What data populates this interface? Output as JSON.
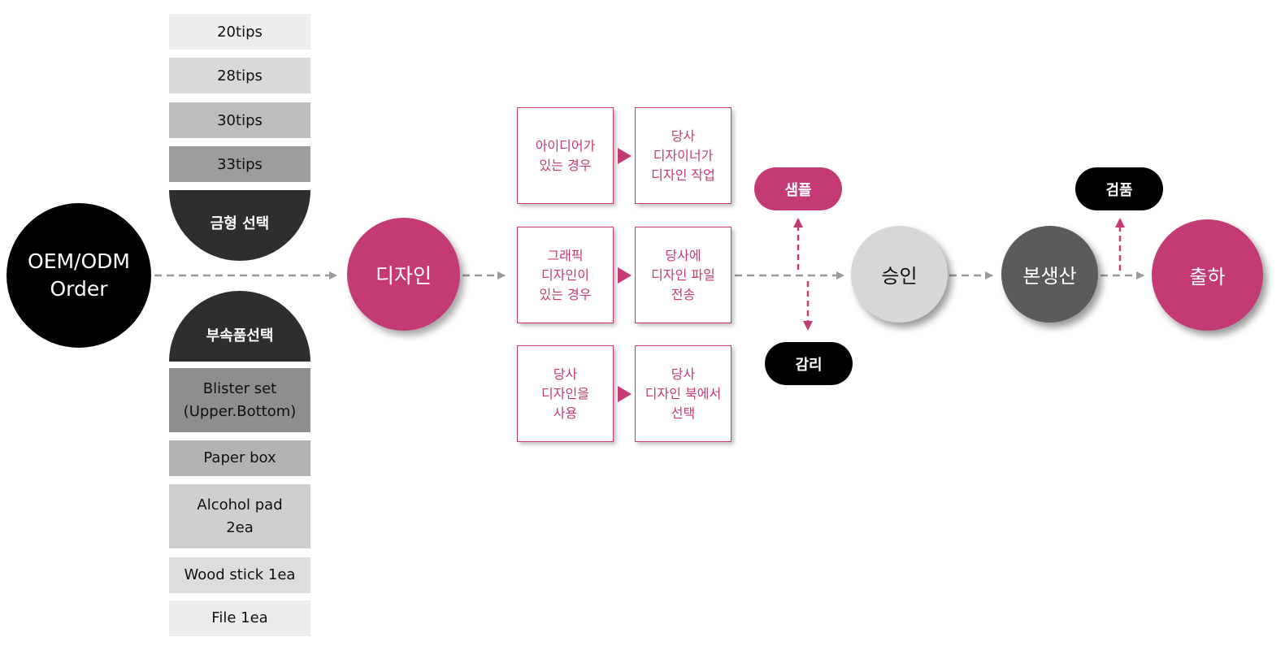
{
  "origin": {
    "label": "OEM/ODM\nOrder"
  },
  "tips": [
    "20tips",
    "28tips",
    "30tips",
    "33tips"
  ],
  "mold_select": "금형 선택",
  "parts_select": "부속품선택",
  "parts": [
    "Blister set\n(Upper.Bottom)",
    "Paper box",
    "Alcohol pad\n2ea",
    "Wood stick 1ea",
    "File  1ea"
  ],
  "design": "디자인",
  "options": [
    {
      "case": "아이디어가\n있는 경우",
      "result": "당사\n디자이너가\n디자인 작업"
    },
    {
      "case": "그래픽\n디자인이\n있는 경우",
      "result": "당사에\n디자인 파일\n전송"
    },
    {
      "case": "당사\n디자인을\n사용",
      "result": "당사\n디자인 북에서\n선택"
    }
  ],
  "sample": "샘플",
  "supervision": "감리",
  "approval": "승인",
  "mass_production": "본생산",
  "inspection": "검품",
  "shipment": "출하",
  "colors": {
    "accent": "#c43a74",
    "dark": "#2e2e2e",
    "arrow": "#9a9a9a"
  }
}
